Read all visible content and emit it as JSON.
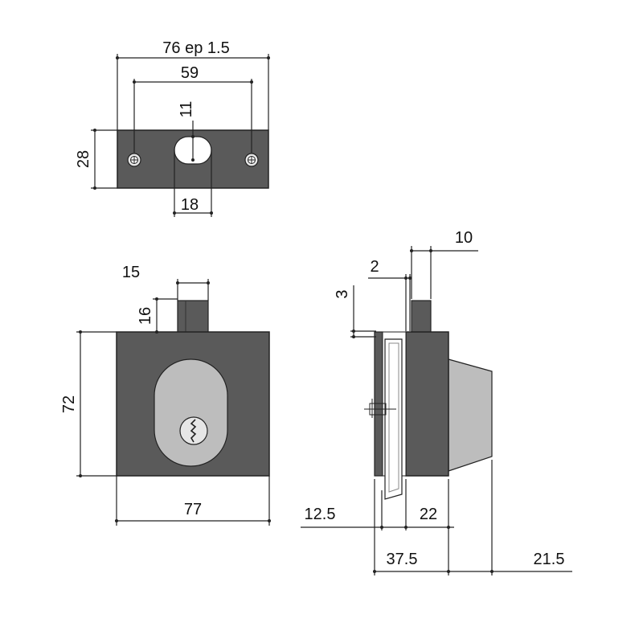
{
  "colors": {
    "body_dark": "#5a5a5a",
    "cylinder_light": "#bdbdbd",
    "outline": "#222222",
    "background": "#ffffff"
  },
  "dimensions": {
    "strike_width": "76  ep 1.5",
    "hole_spacing": "59",
    "slot_height": "11",
    "strike_height": "28",
    "slot_width": "18",
    "bolt_width": "15",
    "bolt_projection": "16",
    "body_height": "72",
    "body_width": "77",
    "side_top_offset": "10",
    "side_gap": "2",
    "side_step": "3",
    "side_a": "12.5",
    "side_b": "22",
    "side_total": "37.5",
    "side_cylinder": "21.5"
  }
}
